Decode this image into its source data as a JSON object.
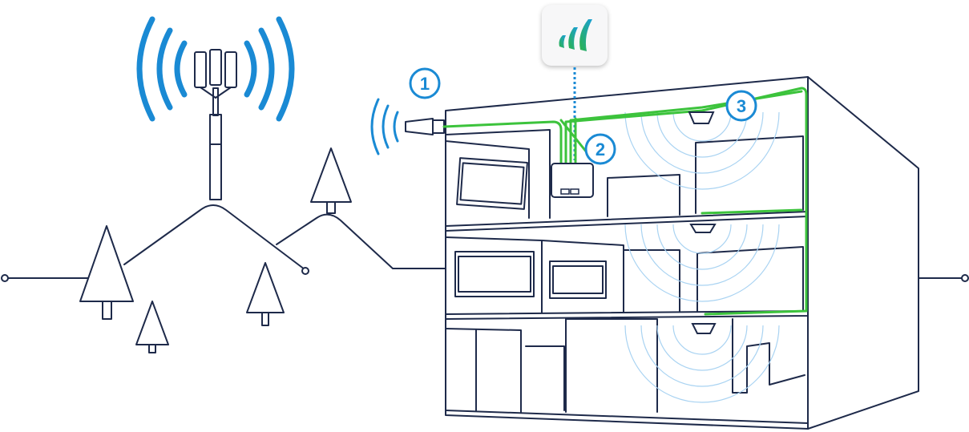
{
  "callouts": [
    {
      "label": "1"
    },
    {
      "label": "2"
    },
    {
      "label": "3"
    }
  ],
  "colors": {
    "outline": "#1e2a4a",
    "signal": "#1a8ad4",
    "coverage": "#a9d3f2",
    "cable": "#3cc33c"
  },
  "icons": {
    "cell_tower": "cell-tower-icon",
    "app": "signal-bars-app-icon",
    "outdoor_antenna": "outdoor-antenna-icon",
    "booster": "booster-unit-icon",
    "indoor_antenna": "indoor-dome-antenna-icon"
  }
}
